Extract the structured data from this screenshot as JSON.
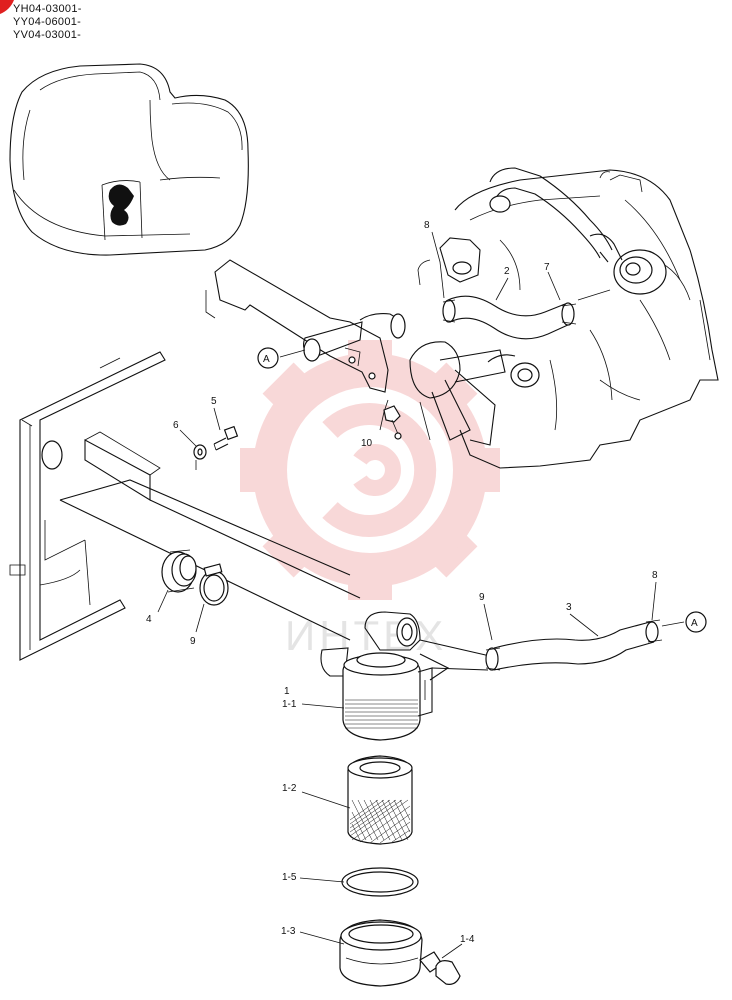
{
  "serials": [
    "YH04-03001-",
    "YY04-06001-",
    "YV04-03001-"
  ],
  "watermark": {
    "text": "ИНТЕХ",
    "color": "#f4b9b9"
  },
  "corner_marker_color": "#e02020",
  "callouts": {
    "p1": "1",
    "p1_1": "1-1",
    "p1_2": "1-2",
    "p1_3": "1-3",
    "p1_4": "1-4",
    "p1_5": "1-5",
    "p2": "2",
    "p3": "3",
    "p4": "4",
    "p5": "5",
    "p6": "6",
    "p7": "7",
    "p8_top": "8",
    "p8_right": "8",
    "p9_left": "9",
    "p9_right": "9",
    "p10": "10",
    "refA_left": "A",
    "refA_right": "A"
  }
}
